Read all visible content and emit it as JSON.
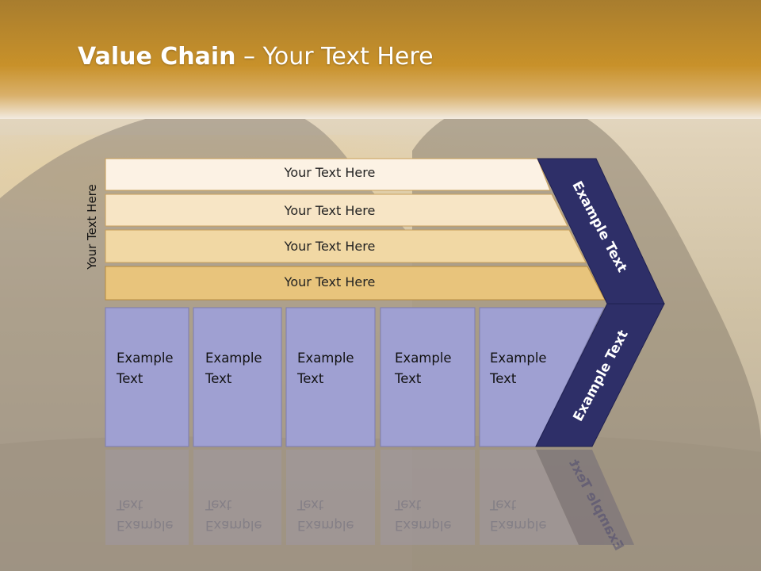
{
  "slide": {
    "title_bold": "Value Chain",
    "title_rest": " – Your Text Here",
    "side_label": "Your Text Here",
    "bands": [
      {
        "label": "Your Text Here",
        "color": "#fcf2e4"
      },
      {
        "label": "Your Text Here",
        "color": "#f7e5c5"
      },
      {
        "label": "Your Text Here",
        "color": "#f1d8a4"
      },
      {
        "label": "Your Text Here",
        "color": "#e8c47c"
      }
    ],
    "boxes": [
      {
        "line1": "Example",
        "line2": "Text"
      },
      {
        "line1": "Example",
        "line2": "Text"
      },
      {
        "line1": "Example",
        "line2": "Text"
      },
      {
        "line1": "Example",
        "line2": "Text"
      },
      {
        "line1": "Example",
        "line2": "Text"
      }
    ],
    "arrow_top_label": "Example Text",
    "arrow_bottom_label": "Example Text",
    "colors": {
      "header": "#c4902a",
      "box_fill": "#9fa0d2",
      "arrow_fill": "#2e2f68"
    }
  }
}
